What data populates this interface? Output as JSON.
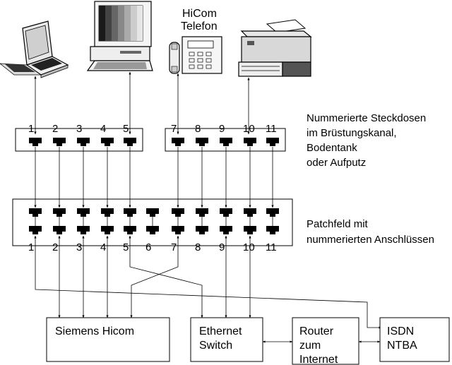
{
  "devices": {
    "laptop": "laptop-icon",
    "pc": "desktop-computer-icon",
    "phone": "telephone-icon",
    "printer": "printer-icon",
    "phone_label_line1": "HiCom",
    "phone_label_line2": "Telefon"
  },
  "outlets": {
    "numbers": [
      "1",
      "2",
      "3",
      "4",
      "5",
      "7",
      "8",
      "9",
      "10",
      "11"
    ],
    "label_lines": [
      "Nummerierte Steckdosen",
      "im Brüstungskanal,",
      "Bodentank",
      "oder Aufputz"
    ]
  },
  "patch_panel": {
    "numbers": [
      "1",
      "2",
      "3",
      "4",
      "5",
      "6",
      "7",
      "8",
      "9",
      "10",
      "11"
    ],
    "label_lines": [
      "Patchfeld mit",
      "nummerierten Anschlüssen"
    ]
  },
  "boxes": {
    "hicom": "Siemens Hicom",
    "switch_lines": [
      "Ethernet",
      "Switch"
    ],
    "router_lines": [
      "Router",
      "zum",
      "Internet"
    ],
    "isdn_lines": [
      "ISDN",
      "NTBA"
    ]
  },
  "colors": {
    "line": "#000000",
    "port": "#000000",
    "background": "#ffffff"
  }
}
